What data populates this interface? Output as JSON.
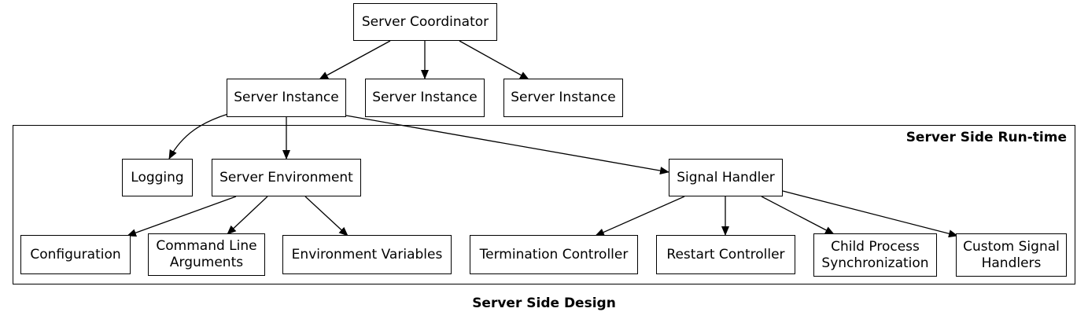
{
  "caption": "Server Side Design",
  "cluster": {
    "label": "Server Side Run-time"
  },
  "nodes": {
    "coordinator": "Server Coordinator",
    "instance_1": "Server Instance",
    "instance_2": "Server Instance",
    "instance_3": "Server Instance",
    "logging": "Logging",
    "environment": "Server Environment",
    "signal_handler": "Signal Handler",
    "configuration": "Configuration",
    "command_line": "Command Line\nArguments",
    "env_vars": "Environment Variables",
    "termination": "Termination Controller",
    "restart": "Restart Controller",
    "child_sync": "Child Process\nSynchronization",
    "custom_signal": "Custom Signal\nHandlers"
  }
}
